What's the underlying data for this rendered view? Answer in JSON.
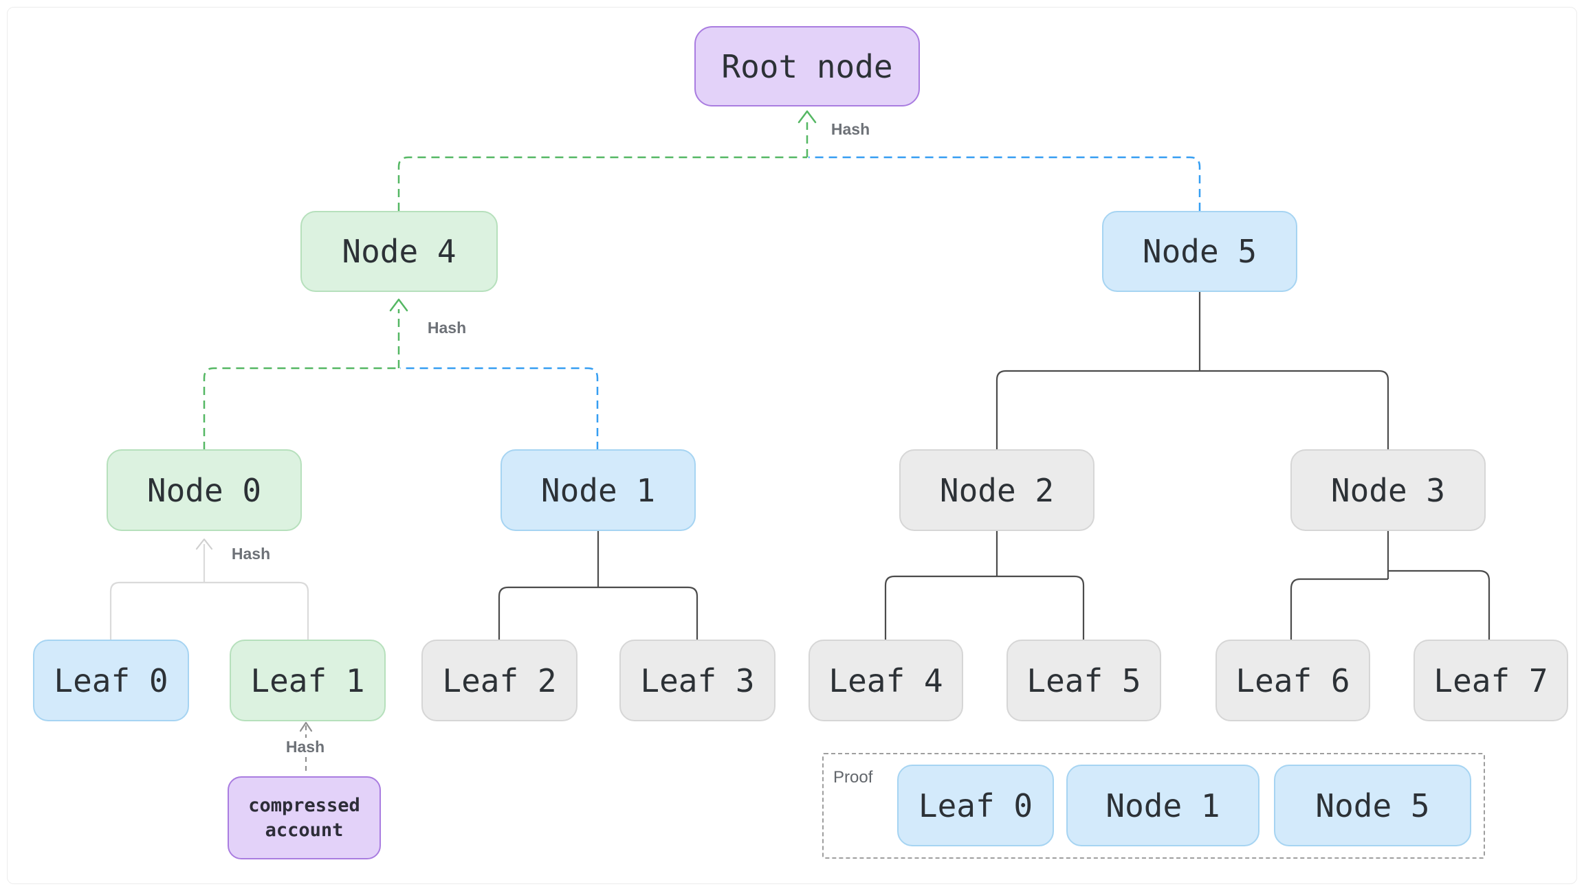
{
  "diagram_type": "merkle-tree",
  "nodes": {
    "root": "Root node",
    "node4": "Node 4",
    "node5": "Node 5",
    "node0": "Node 0",
    "node1": "Node 1",
    "node2": "Node 2",
    "node3": "Node 3",
    "leaves": [
      "Leaf 0",
      "Leaf 1",
      "Leaf 2",
      "Leaf 3",
      "Leaf 4",
      "Leaf 5",
      "Leaf 6",
      "Leaf 7"
    ],
    "compressed": {
      "line1": "compressed",
      "line2": "account"
    }
  },
  "edge_labels": {
    "hash_root": "Hash",
    "hash_node4": "Hash",
    "hash_node0": "Hash",
    "hash_leaf1": "Hash"
  },
  "proof": {
    "label": "Proof",
    "items": [
      "Leaf 0",
      "Node 1",
      "Node 5"
    ]
  },
  "colors": {
    "green_fill": "#dcf2e0",
    "green_border": "#b6e0bc",
    "blue_fill": "#d3eafb",
    "blue_border": "#a6d4f2",
    "purple_fill": "#e3d2f9",
    "purple_border": "#a97ce0",
    "gray_fill": "#ebebeb",
    "gray_border": "#d6d6d6",
    "green_line": "#54b763",
    "blue_line": "#359ef2",
    "dark_line": "#4b4b4b",
    "light_line": "#dadada",
    "gray_dash_line": "#8f8f8f",
    "text": "#2c3136",
    "label_gray": "#6d7177"
  }
}
